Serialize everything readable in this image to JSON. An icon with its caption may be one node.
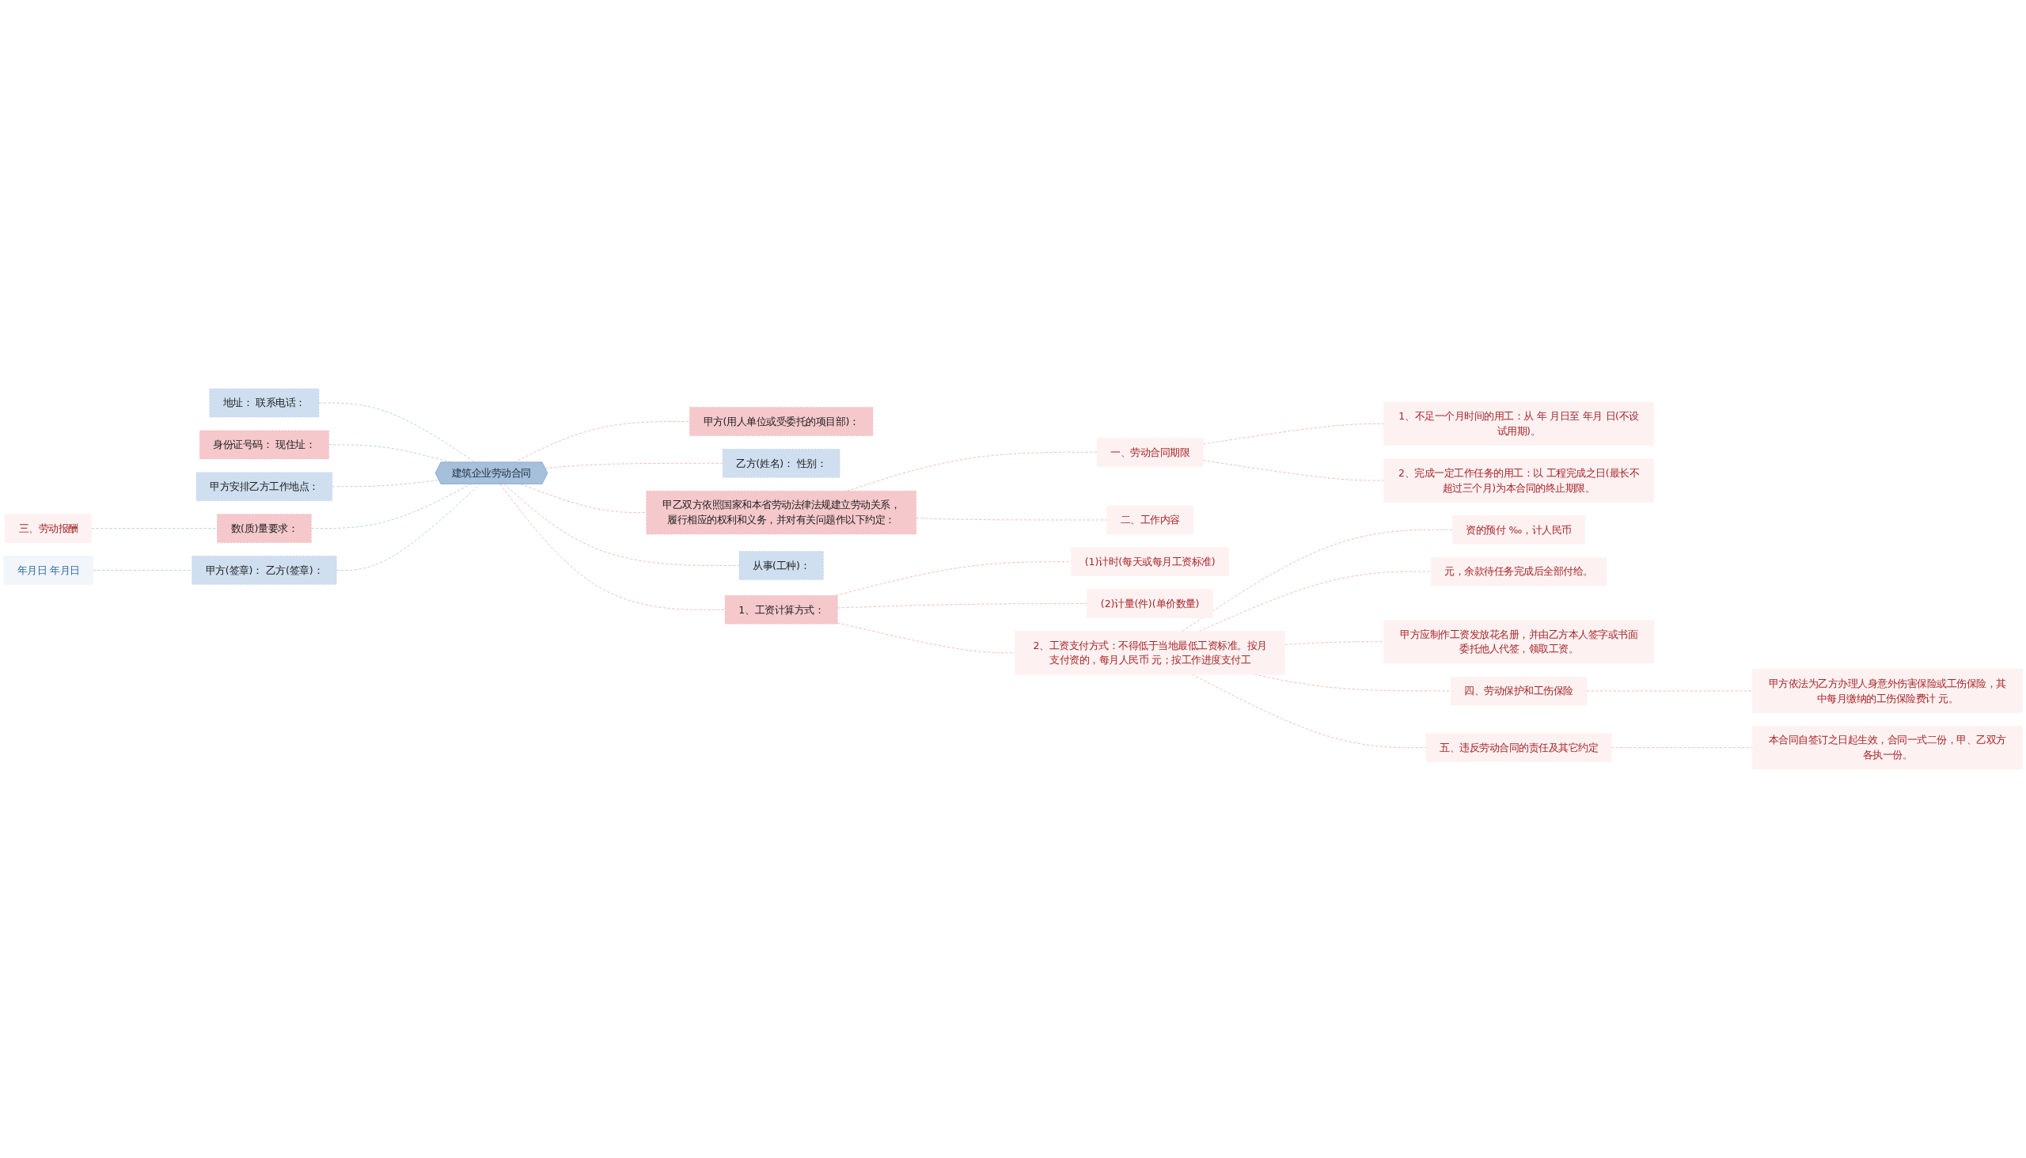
{
  "diagram": {
    "nodes": [
      {
        "text": [
          "建筑企业劳动合同"
        ]
      },
      {
        "text": [
          "甲方(用人单位或受委托的项目部)："
        ]
      },
      {
        "text": [
          "乙方(姓名)： 性别："
        ]
      },
      {
        "text": [
          "甲乙双方依照国家和本省劳动法律法规建立劳动关系，履行相应的权利和义务，并对有关问题作以下约定："
        ]
      },
      {
        "text": [
          "一、劳动合同期限"
        ]
      },
      {
        "text": [
          "1、不足一个月时间的用工：从 年 月日至 年月 日(不设试用期)。"
        ]
      },
      {
        "text": [
          "2、完成一定工作任务的用工：以 工程完成之日(最长不超过三个月)为本合同的终止期限。"
        ]
      },
      {
        "text": [
          "二、工作内容"
        ]
      },
      {
        "text": [
          "从事(工种)："
        ]
      },
      {
        "text": [
          "1、工资计算方式："
        ]
      },
      {
        "text": [
          "(1)计时(每天或每月工资标准)"
        ]
      },
      {
        "text": [
          "(2)计量(件)(单价数量)"
        ]
      },
      {
        "text": [
          "2、工资支付方式：不得低于当地最低工资标准。按月支付资的，每月人民币 元；按工作进度支付工"
        ]
      },
      {
        "text": [
          "资的预付 ‰，计人民币"
        ]
      },
      {
        "text": [
          "元，余款待任务完成后全部付给。"
        ]
      },
      {
        "text": [
          "甲方应制作工资发放花名册，并由乙方本人签字或书面委托他人代签，领取工资。"
        ]
      },
      {
        "text": [
          "四、劳动保护和工伤保险"
        ]
      },
      {
        "text": [
          "甲方依法为乙方办理人身意外伤害保险或工伤保险，其中每月缴纳的工伤保险费计 元。"
        ]
      },
      {
        "text": [
          "五、违反劳动合同的责任及其它约定"
        ]
      },
      {
        "text": [
          "本合同自签订之日起生效，合同一式二份，甲、乙双方各执一份。"
        ]
      },
      {
        "text": [
          "地址： 联系电话："
        ]
      },
      {
        "text": [
          "身份证号码： 现住址："
        ]
      },
      {
        "text": [
          "甲方安排乙方工作地点："
        ]
      },
      {
        "text": [
          "数(质)量要求："
        ]
      },
      {
        "text": [
          "三、劳动报酬"
        ]
      },
      {
        "text": [
          "甲方(签章)： 乙方(签章)："
        ]
      },
      {
        "text": [
          "年月日 年月日"
        ]
      }
    ],
    "edges": [
      {
        "from": 0,
        "to": 1,
        "arrow": "none"
      },
      {
        "from": 0,
        "to": 2,
        "arrow": "none"
      },
      {
        "from": 0,
        "to": 3,
        "arrow": "none"
      },
      {
        "from": 3,
        "to": 4,
        "arrow": "none"
      },
      {
        "from": 4,
        "to": 5,
        "arrow": "none"
      },
      {
        "from": 4,
        "to": 6,
        "arrow": "none"
      },
      {
        "from": 3,
        "to": 7,
        "arrow": "none"
      },
      {
        "from": 0,
        "to": 8,
        "arrow": "none"
      },
      {
        "from": 0,
        "to": 9,
        "arrow": "none"
      },
      {
        "from": 9,
        "to": 10,
        "arrow": "none"
      },
      {
        "from": 9,
        "to": 11,
        "arrow": "none"
      },
      {
        "from": 9,
        "to": 12,
        "arrow": "none"
      },
      {
        "from": 12,
        "to": 13,
        "arrow": "none"
      },
      {
        "from": 12,
        "to": 14,
        "arrow": "none"
      },
      {
        "from": 12,
        "to": 15,
        "arrow": "none"
      },
      {
        "from": 12,
        "to": 16,
        "arrow": "none"
      },
      {
        "from": 16,
        "to": 17,
        "arrow": "none"
      },
      {
        "from": 12,
        "to": 18,
        "arrow": "none"
      },
      {
        "from": 18,
        "to": 19,
        "arrow": "none"
      },
      {
        "from": 20,
        "to": 0,
        "arrow": "none",
        "color": "#b8cde0"
      },
      {
        "from": 21,
        "to": 0,
        "arrow": "none",
        "color": "#b8cde0"
      },
      {
        "from": 22,
        "to": 0,
        "arrow": "none",
        "color": "#b8cde0"
      },
      {
        "from": 23,
        "to": 0,
        "arrow": "none",
        "color": "#b8cde0"
      },
      {
        "from": 24,
        "to": 23,
        "arrow": "none",
        "color": "#b8cde0"
      },
      {
        "from": 25,
        "to": 0,
        "arrow": "none",
        "color": "#b8cde0"
      },
      {
        "from": 26,
        "to": 25,
        "arrow": "none",
        "color": "#b8cde0"
      }
    ]
  }
}
